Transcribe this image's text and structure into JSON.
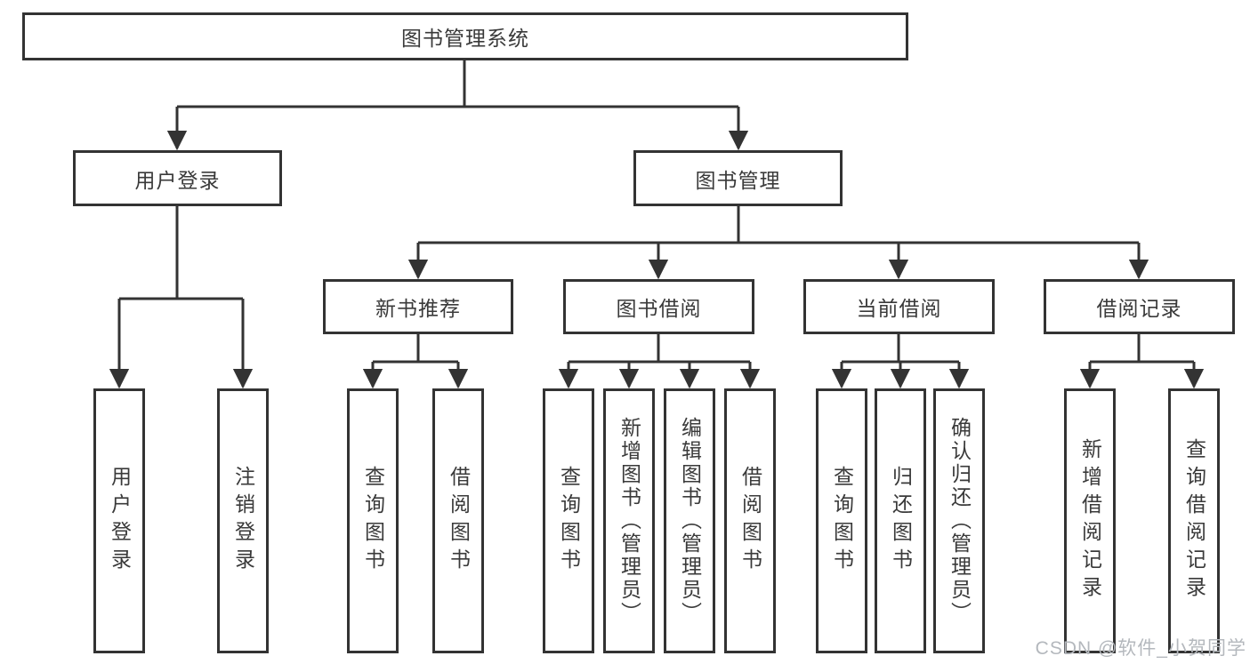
{
  "diagram": {
    "root": {
      "label": "图书管理系统"
    },
    "level2": [
      {
        "label": "用户登录"
      },
      {
        "label": "图书管理"
      }
    ],
    "level3": [
      {
        "label": "新书推荐"
      },
      {
        "label": "图书借阅"
      },
      {
        "label": "当前借阅"
      },
      {
        "label": "借阅记录"
      }
    ],
    "leaves": [
      {
        "label": "用户登录"
      },
      {
        "label": "注销登录"
      },
      {
        "label": "查询图书"
      },
      {
        "label": "借阅图书"
      },
      {
        "label": "查询图书"
      },
      {
        "label": "新增图书（管理员）"
      },
      {
        "label": "编辑图书（管理员）"
      },
      {
        "label": "借阅图书"
      },
      {
        "label": "查询图书"
      },
      {
        "label": "归还图书"
      },
      {
        "label": "确认归还（管理员）"
      },
      {
        "label": "新增借阅记录"
      },
      {
        "label": "查询借阅记录"
      }
    ],
    "structure": {
      "图书管理系统": {
        "用户登录": [
          "用户登录",
          "注销登录"
        ],
        "图书管理": {
          "新书推荐": [
            "查询图书",
            "借阅图书"
          ],
          "图书借阅": [
            "查询图书",
            "新增图书（管理员）",
            "编辑图书（管理员）",
            "借阅图书"
          ],
          "当前借阅": [
            "查询图书",
            "归还图书",
            "确认归还（管理员）"
          ],
          "借阅记录": [
            "新增借阅记录",
            "查询借阅记录"
          ]
        }
      }
    }
  },
  "watermark": {
    "label": "CSDN @软件_小贺同学"
  },
  "colors": {
    "line": "#333333",
    "border": "#333333",
    "text": "#3a3a3a",
    "watermark": "#b4b8bd",
    "background": "#ffffff"
  }
}
